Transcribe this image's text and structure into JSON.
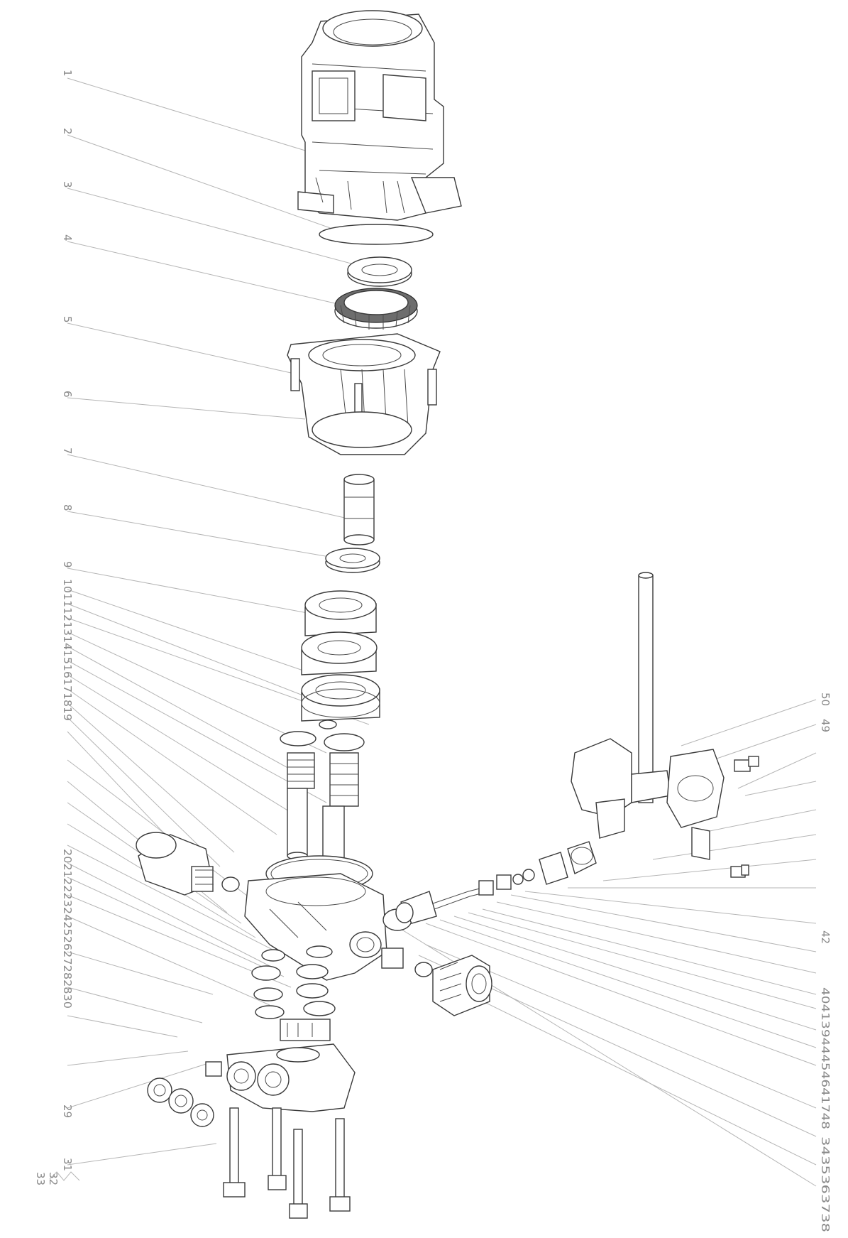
{
  "diagram": {
    "left_labels": [
      "1",
      "2",
      "3",
      "4",
      "5",
      "6",
      "7",
      "8",
      "9",
      "10111213141516171819",
      "2021222324252627282830",
      "29",
      "31",
      "32",
      "33"
    ],
    "right_labels": [
      "50",
      "49",
      "42",
      "40413944454641748",
      "3435363738"
    ]
  }
}
